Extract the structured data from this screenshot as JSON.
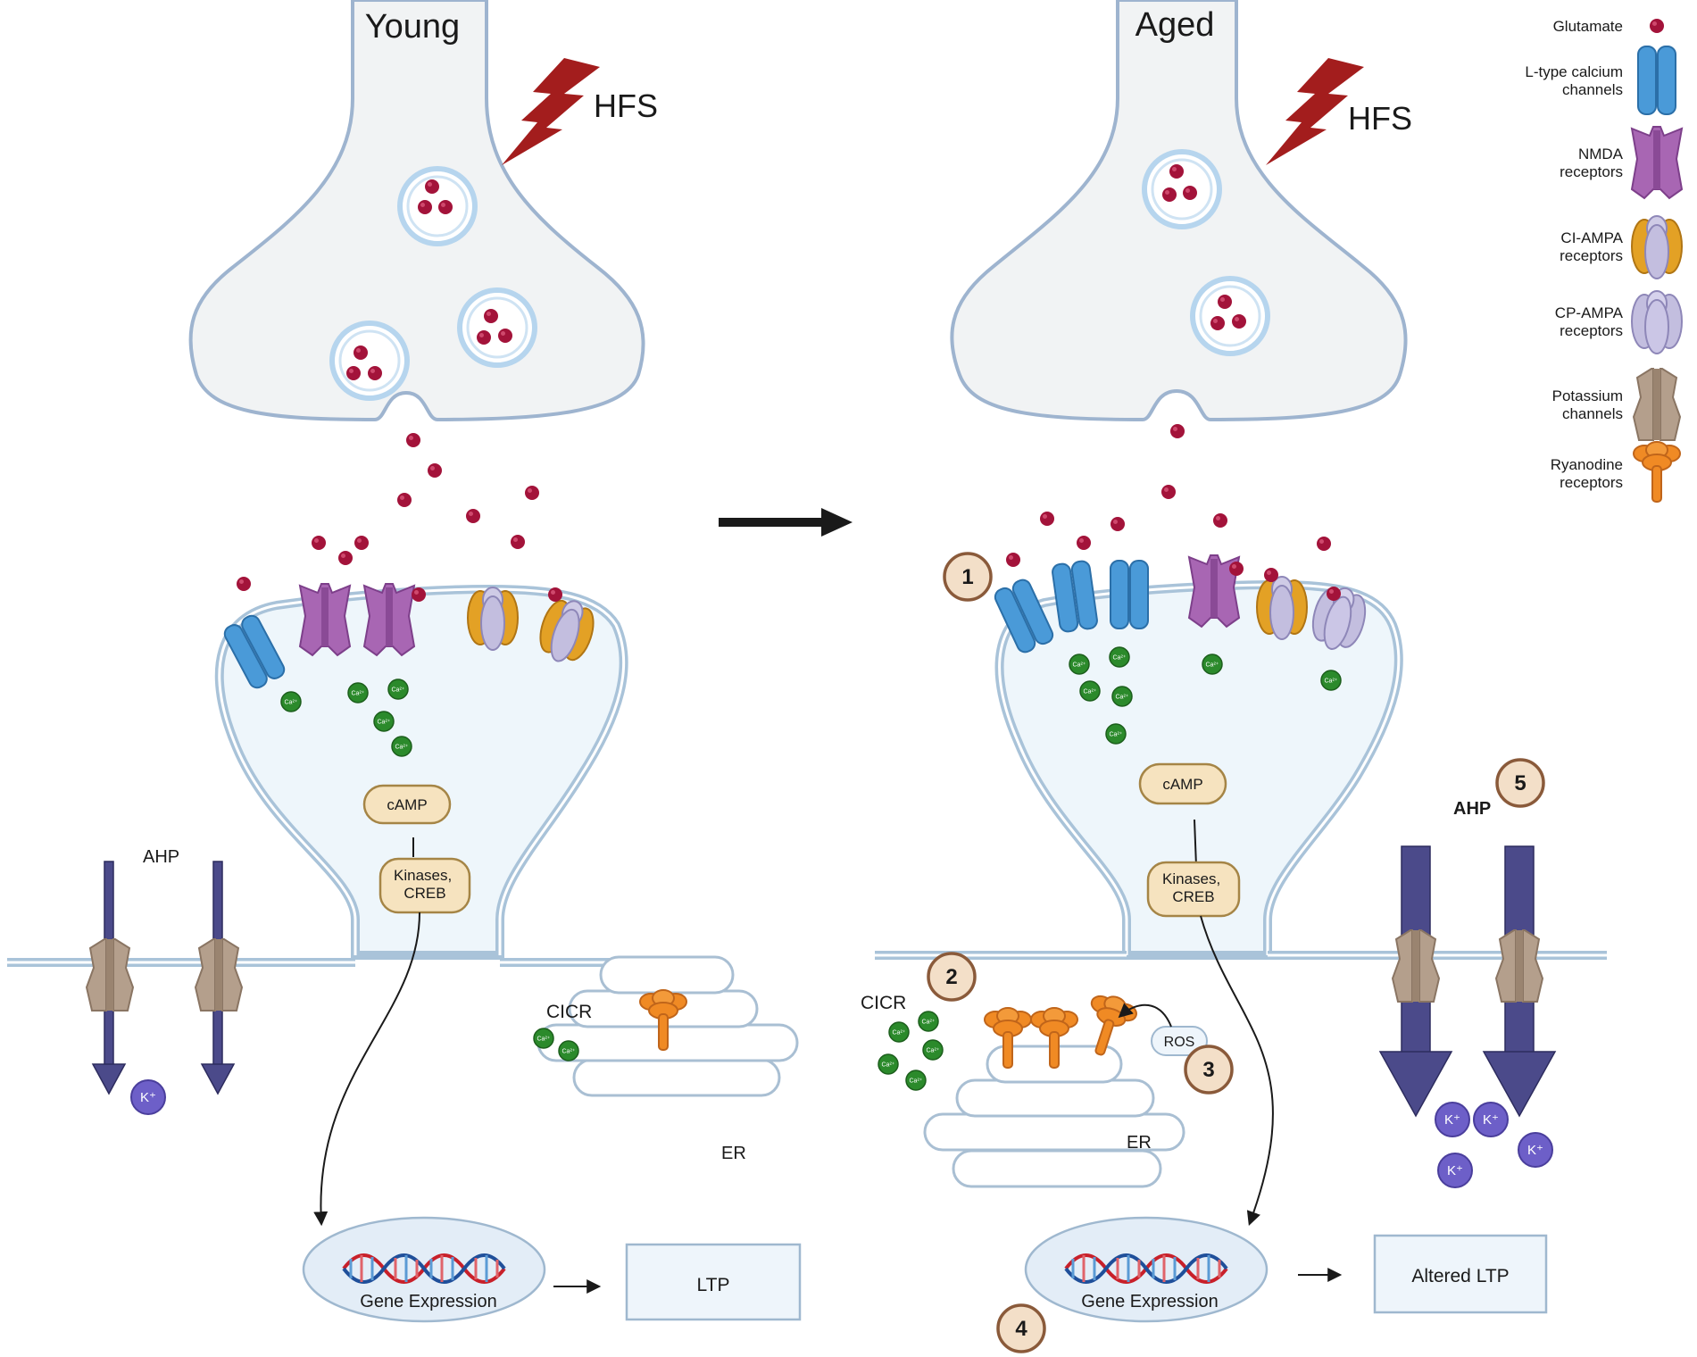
{
  "panels": {
    "young": {
      "title": "Young",
      "stimulus": "HFS",
      "messenger": "cAMP",
      "kinases": "Kinases,\nCREB",
      "ahp": "AHP",
      "cicr": "CICR",
      "er": "ER",
      "gene_expression": "Gene Expression",
      "outcome": "LTP",
      "ion_k": "K⁺",
      "ion_ca": "Ca²⁺"
    },
    "aged": {
      "title": "Aged",
      "stimulus": "HFS",
      "messenger": "cAMP",
      "kinases": "Kinases,\nCREB",
      "ahp": "AHP",
      "cicr": "CICR",
      "er": "ER",
      "ros": "ROS",
      "gene_expression": "Gene Expression",
      "outcome": "Altered LTP",
      "steps": [
        "1",
        "2",
        "3",
        "4",
        "5"
      ]
    }
  },
  "legend": [
    {
      "label": "Glutamate",
      "icon": "glutamate-icon"
    },
    {
      "label": "L-type calcium\nchannels",
      "icon": "l-type-calcium-channel-icon"
    },
    {
      "label": "NMDA\nreceptors",
      "icon": "nmda-receptor-icon"
    },
    {
      "label": "CI-AMPA\nreceptors",
      "icon": "ci-ampa-receptor-icon"
    },
    {
      "label": "CP-AMPA\nreceptors",
      "icon": "cp-ampa-receptor-icon"
    },
    {
      "label": "Potassium\nchannels",
      "icon": "potassium-channel-icon"
    },
    {
      "label": "Ryanodine\nreceptors",
      "icon": "ryanodine-receptor-icon"
    }
  ],
  "colors": {
    "glutamate": "#a3133a",
    "calcium_channel": "#4a9ad8",
    "nmda": "#9b59a8",
    "ampa_outer": "#e3a125",
    "ampa_inner": "#c3bedf",
    "potassium_channel": "#b49f8c",
    "ryanodine": "#f08a24",
    "calcium_ion": "#2b8a2b",
    "potassium_ion": "#6d5fc8",
    "ahp_arrow": "#4b4a8a",
    "hfs_bolt": "#a31d1d"
  }
}
